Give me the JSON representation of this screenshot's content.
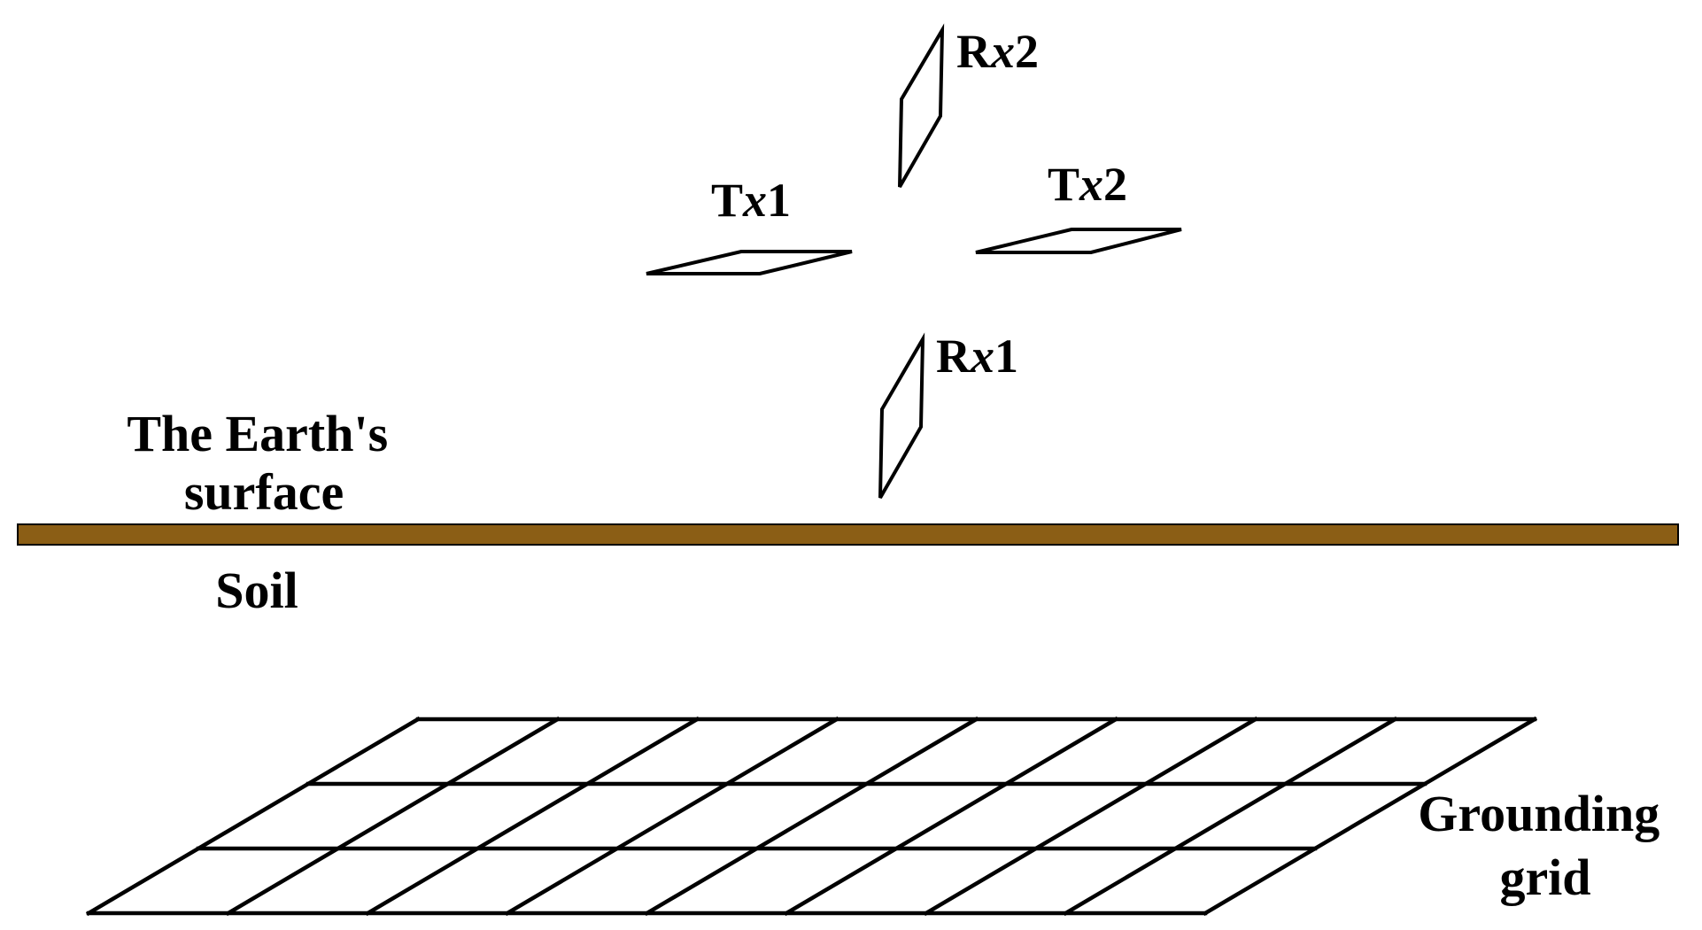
{
  "coils": [
    {
      "name": "Rx2",
      "prefix": "R",
      "italic": "x",
      "suffix": "2"
    },
    {
      "name": "Tx1",
      "prefix": "T",
      "italic": "x",
      "suffix": "1"
    },
    {
      "name": "Tx2",
      "prefix": "T",
      "italic": "x",
      "suffix": "2"
    },
    {
      "name": "Rx1",
      "prefix": "R",
      "italic": "x",
      "suffix": "1"
    }
  ],
  "labels": {
    "earth_surface_line1": "The Earth's",
    "earth_surface_line2": "surface",
    "soil": "Soil",
    "grounding_line1": "Grounding",
    "grounding_line2": "grid"
  },
  "grid": {
    "columns": 8,
    "rows": 3
  },
  "colors": {
    "ground_fill": "#8B5E15",
    "ground_stroke": "#000000",
    "lines": "#000000",
    "background": "#ffffff"
  }
}
